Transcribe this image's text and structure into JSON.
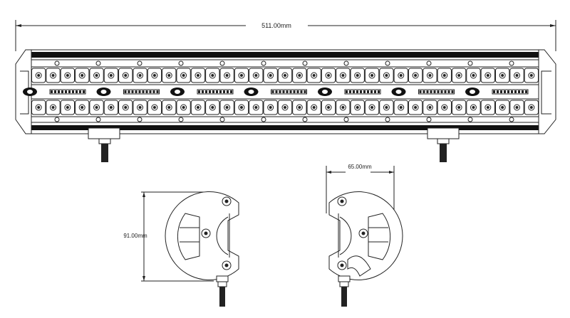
{
  "title": "LED light bar dimension drawing",
  "dimensions": {
    "length": "511.00mm",
    "depth": "65.00mm",
    "height": "91.00mm"
  },
  "led_rows": 2,
  "leds_per_row": 35,
  "colors": {
    "line": "#222222",
    "fill": "#ffffff",
    "dark": "#111111"
  }
}
